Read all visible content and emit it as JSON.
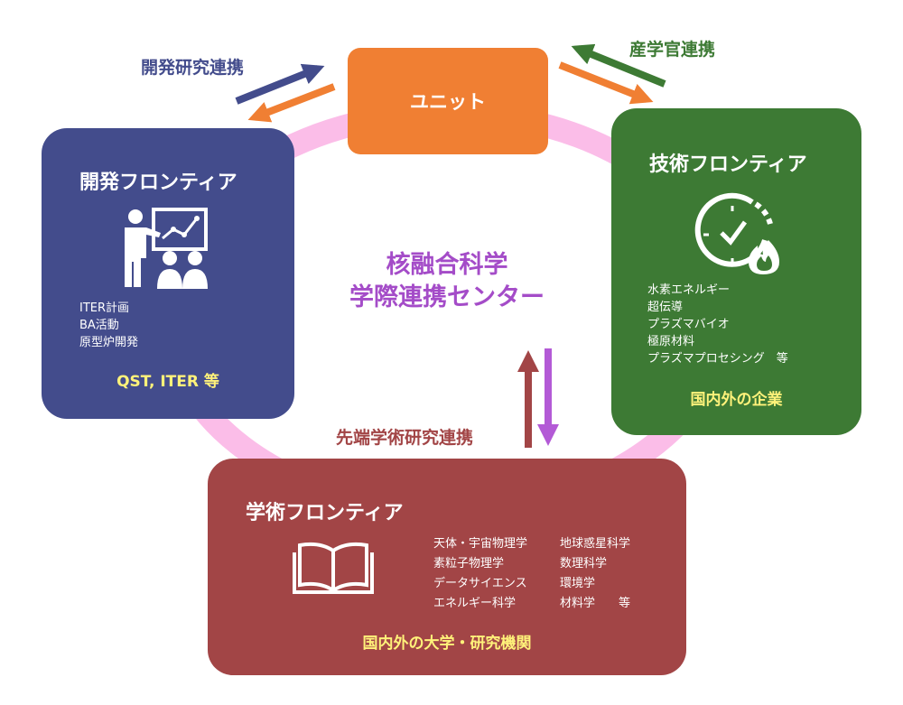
{
  "center": {
    "line1": "核融合科学",
    "line2": "学際連携センター"
  },
  "unit": {
    "label": "ユニット"
  },
  "links": {
    "dev": "開発研究連携",
    "industry": "産学官連携",
    "academic": "先端学術研究連携"
  },
  "dev_frontier": {
    "title": "開発フロンティア",
    "items": [
      "ITER計画",
      "BA活動",
      "原型炉開発"
    ],
    "partners": "QST, ITER 等"
  },
  "tech_frontier": {
    "title": "技術フロンティア",
    "items": [
      "水素エネルギー",
      "超伝導",
      "プラズマバイオ",
      "極原材料",
      "プラズマプロセシング　等"
    ],
    "partners": "国内外の企業"
  },
  "acad_frontier": {
    "title": "学術フロンティア",
    "col1": [
      "天体・宇宙物理学",
      "素粒子物理学",
      "データサイエンス",
      "エネルギー科学"
    ],
    "col2": [
      "地球惑星科学",
      "数理科学",
      "環境学",
      "材料学　　等"
    ],
    "partners": "国内外の大学・研究機関"
  },
  "colors": {
    "ring": "#fbbde8",
    "unit": "#f07f33",
    "dev": "#434c8c",
    "tech": "#3d7a34",
    "acad": "#a24546",
    "center_text": "#a44cc8",
    "partner_text": "#fff27a",
    "arrow_purple": "#b35ad6"
  },
  "icons": {
    "dev": "presenter-board-icon",
    "tech": "clock-flame-icon",
    "acad": "open-book-icon"
  }
}
